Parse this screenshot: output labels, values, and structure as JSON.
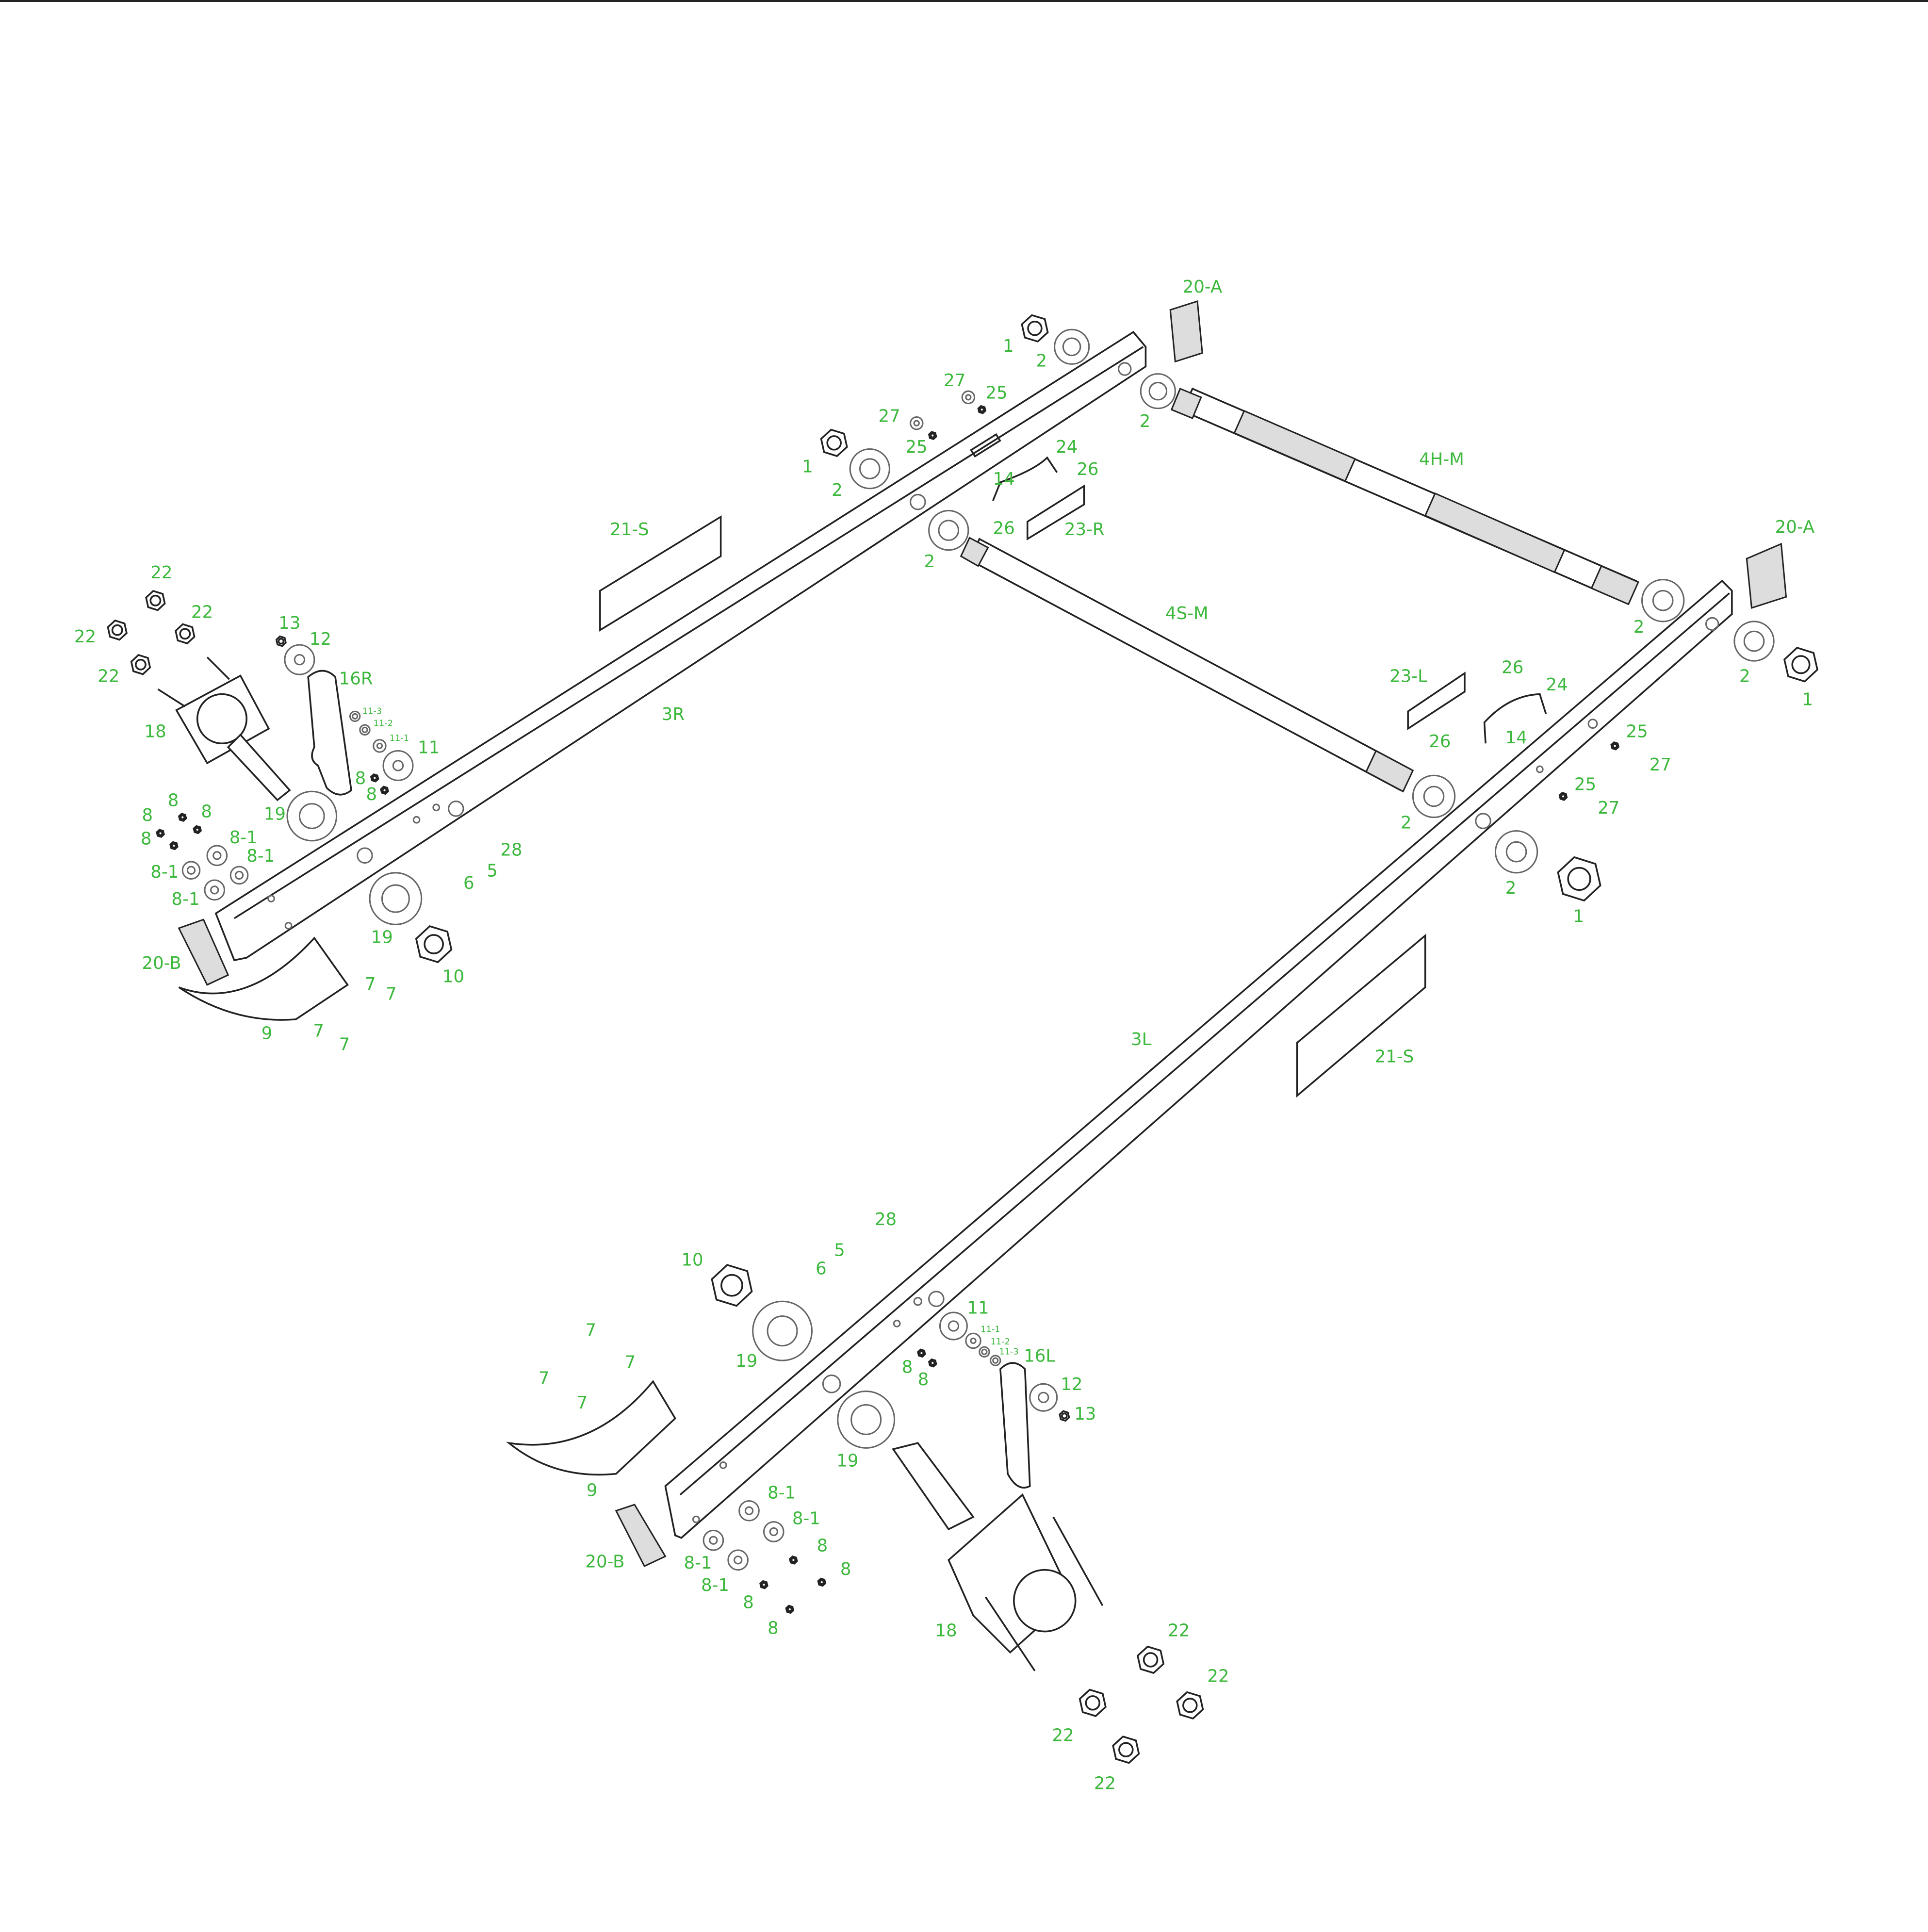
{
  "diagram": {
    "type": "exploded parts diagram",
    "callouts": [
      "20-A",
      "1",
      "2",
      "27",
      "25",
      "27",
      "25",
      "2",
      "1",
      "2",
      "24",
      "14",
      "26",
      "4H-M",
      "21-S",
      "26",
      "23-R",
      "2",
      "20-A",
      "4S-M",
      "2",
      "22",
      "22",
      "22",
      "22",
      "13",
      "12",
      "16R",
      "11-3",
      "11-2",
      "11-1",
      "11",
      "18",
      "2",
      "1",
      "23-L",
      "26",
      "24",
      "26",
      "14",
      "3R",
      "25",
      "27",
      "8",
      "8",
      "8",
      "8",
      "8",
      "8",
      "19",
      "8-1",
      "8-1",
      "8-1",
      "8-1",
      "25",
      "27",
      "28",
      "5",
      "6",
      "2",
      "2",
      "1",
      "19",
      "20-B",
      "10",
      "7",
      "7",
      "7",
      "7",
      "9",
      "3L",
      "21-S",
      "28",
      "10",
      "5",
      "6",
      "11",
      "11-1",
      "11-2",
      "11-3",
      "16L",
      "7",
      "7",
      "7",
      "7",
      "8",
      "8",
      "19",
      "12",
      "13",
      "19",
      "9",
      "8-1",
      "8-1",
      "8",
      "8",
      "8-1",
      "20-B",
      "8-1",
      "8",
      "8",
      "18",
      "22",
      "22",
      "22",
      "22"
    ],
    "colors": {
      "callout": "#3cb83c",
      "line": "#222222"
    }
  }
}
